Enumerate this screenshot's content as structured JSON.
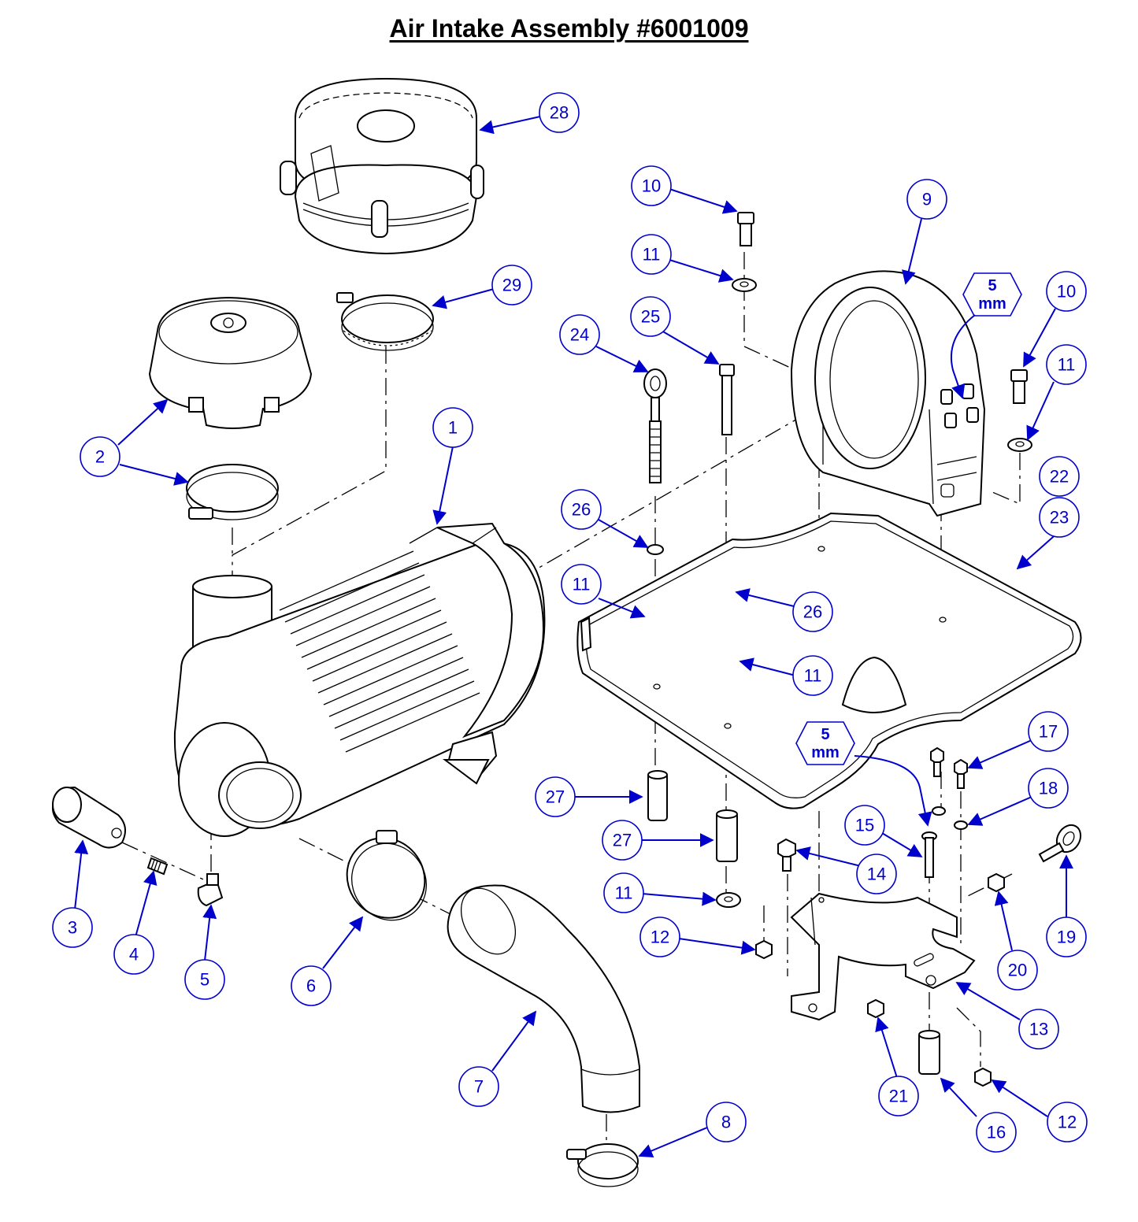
{
  "title": "Air Intake Assembly #6001009",
  "callouts": [
    "1",
    "2",
    "3",
    "4",
    "5",
    "6",
    "7",
    "8",
    "9",
    "10",
    "10",
    "11",
    "11",
    "11",
    "11",
    "11",
    "12",
    "12",
    "13",
    "14",
    "15",
    "16",
    "17",
    "18",
    "19",
    "20",
    "21",
    "22",
    "23",
    "24",
    "25",
    "26",
    "26",
    "27",
    "27",
    "28",
    "29"
  ],
  "torque_notes": [
    {
      "value": "5",
      "unit": "mm"
    },
    {
      "value": "5",
      "unit": "mm"
    }
  ],
  "colors": {
    "callout": "#0000cc",
    "line": "#000000",
    "background": "#ffffff"
  }
}
